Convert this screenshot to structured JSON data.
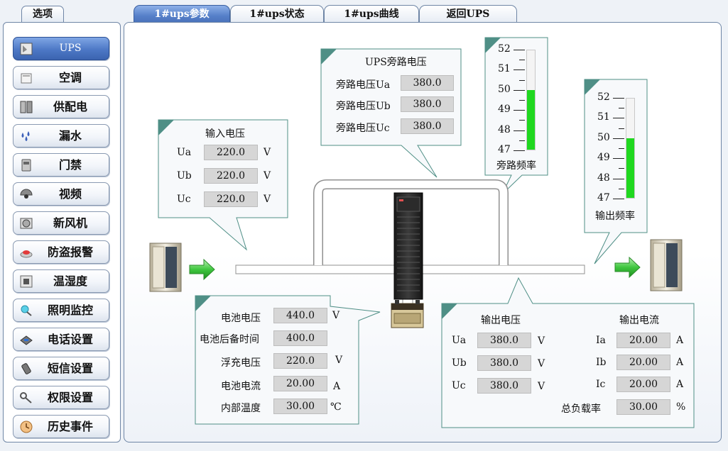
{
  "left_tab": "选项",
  "nav": [
    {
      "label": "UPS",
      "icon": "ups-icon",
      "active": true
    },
    {
      "label": "空调",
      "icon": "air-conditioner-icon",
      "active": false
    },
    {
      "label": "供配电",
      "icon": "power-cabinet-icon",
      "active": false
    },
    {
      "label": "漏水",
      "icon": "water-drop-icon",
      "active": false
    },
    {
      "label": "门禁",
      "icon": "card-reader-icon",
      "active": false
    },
    {
      "label": "视频",
      "icon": "camera-icon",
      "active": false
    },
    {
      "label": "新风机",
      "icon": "fan-unit-icon",
      "active": false
    },
    {
      "label": "防盗报警",
      "icon": "alarm-siren-icon",
      "active": false
    },
    {
      "label": "温湿度",
      "icon": "thermometer-box-icon",
      "active": false
    },
    {
      "label": "照明监控",
      "icon": "lamp-icon",
      "active": false
    },
    {
      "label": "电话设置",
      "icon": "telephone-icon",
      "active": false
    },
    {
      "label": "短信设置",
      "icon": "mobile-phone-icon",
      "active": false
    },
    {
      "label": "权限设置",
      "icon": "key-icon",
      "active": false
    },
    {
      "label": "历史事件",
      "icon": "clock-icon",
      "active": false
    }
  ],
  "tabs": [
    "1#ups参数",
    "1#ups状态",
    "1#ups曲线",
    "返回UPS"
  ],
  "input": {
    "title": "输入电压",
    "rows": [
      {
        "label": "Ua",
        "value": "220.0",
        "unit": "V"
      },
      {
        "label": "Ub",
        "value": "220.0",
        "unit": "V"
      },
      {
        "label": "Uc",
        "value": "220.0",
        "unit": "V"
      }
    ]
  },
  "bypass": {
    "title": "UPS旁路电压",
    "rows": [
      {
        "label": "旁路电压Ua",
        "value": "380.0"
      },
      {
        "label": "旁路电压Ub",
        "value": "380.0"
      },
      {
        "label": "旁路电压Uc",
        "value": "380.0"
      }
    ]
  },
  "bypass_freq": {
    "title": "旁路频率",
    "ticks": [
      "52",
      "51",
      "50",
      "49",
      "48",
      "47"
    ],
    "min": 47,
    "max": 52,
    "value": 50
  },
  "output_freq": {
    "title": "输出频率",
    "ticks": [
      "52",
      "51",
      "50",
      "49",
      "48",
      "47"
    ],
    "min": 47,
    "max": 52,
    "value": 50
  },
  "battery": {
    "rows": [
      {
        "label": "电池电压",
        "value": "440.0",
        "unit": "V"
      },
      {
        "label": "电池后备时间",
        "value": "400.0",
        "unit": ""
      },
      {
        "label": "浮充电压",
        "value": "220.0",
        "unit": "V"
      },
      {
        "label": "电池电流",
        "value": "20.00",
        "unit": "A"
      },
      {
        "label": "内部温度",
        "value": "30.00",
        "unit": "℃"
      }
    ]
  },
  "output": {
    "voltage_title": "输出电压",
    "current_title": "输出电流",
    "voltage_rows": [
      {
        "label": "Ua",
        "value": "380.0",
        "unit": "V"
      },
      {
        "label": "Ub",
        "value": "380.0",
        "unit": "V"
      },
      {
        "label": "Uc",
        "value": "380.0",
        "unit": "V"
      }
    ],
    "current_rows": [
      {
        "label": "Ia",
        "value": "20.00",
        "unit": "A"
      },
      {
        "label": "Ib",
        "value": "20.00",
        "unit": "A"
      },
      {
        "label": "Ic",
        "value": "20.00",
        "unit": "A"
      }
    ],
    "load_label": "总负载率",
    "load_value": "30.00",
    "load_unit": "%"
  },
  "colors": {
    "gauge_fill": "#1fd81f",
    "arrow": "#3fc63f",
    "callout_accent": "#4f8f86",
    "pipe": "#9a9a9a",
    "active_tab": "#5680c9"
  }
}
